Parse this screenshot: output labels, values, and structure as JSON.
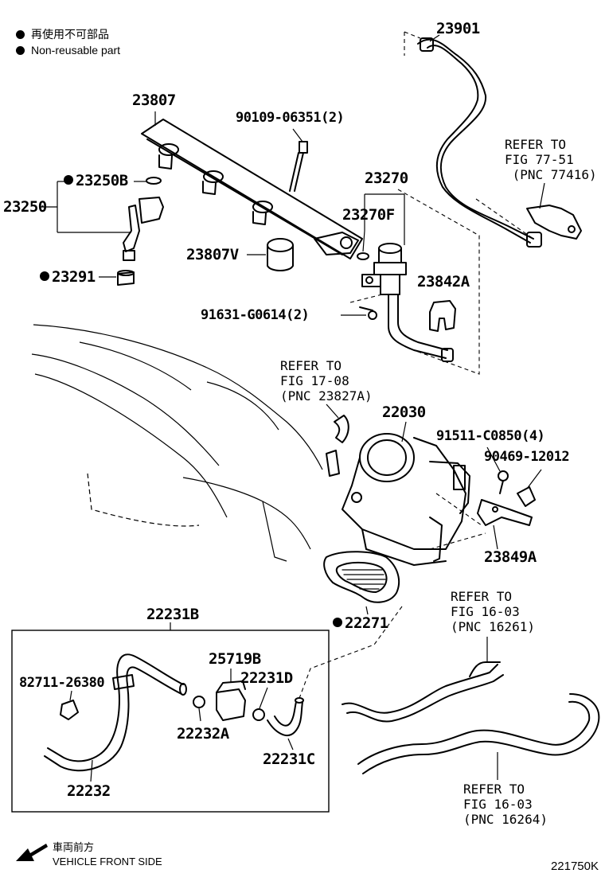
{
  "legend": {
    "line1": "再使用不可部品",
    "line2": "Non-reusable part"
  },
  "labels": {
    "p23901": "23901",
    "p23807": "23807",
    "p90109": "90109-06351(2)",
    "p23250B": "23250B",
    "p23250": "23250",
    "p23270": "23270",
    "p23270F": "23270F",
    "p23807V": "23807V",
    "p23291": "23291",
    "p23842A": "23842A",
    "p91631": "91631-G0614(2)",
    "p22030": "22030",
    "p91511": "91511-C0850(4)",
    "p90469": "90469-12012",
    "p23849A": "23849A",
    "p22271": "22271",
    "p22231B": "22231B",
    "p82711": "82711-26380",
    "p25719B": "25719B",
    "p22231D": "22231D",
    "p22232A": "22232A",
    "p22231C": "22231C",
    "p22232": "22232"
  },
  "refs": {
    "r1": "REFER TO\nFIG 77-51\n (PNC 77416)",
    "r2": "REFER TO\nFIG 17-08\n(PNC 23827A)",
    "r3": "REFER TO\nFIG 16-03\n(PNC 16261)",
    "r4": "REFER TO\nFIG 16-03\n(PNC 16264)"
  },
  "footer": {
    "dir_jp": "車両前方",
    "dir_en": "VEHICLE FRONT SIDE",
    "code": "221750K"
  },
  "icons": {
    "arrow": "vehicle-front-arrow-icon",
    "bullet": "non-reusable-dot-icon"
  }
}
